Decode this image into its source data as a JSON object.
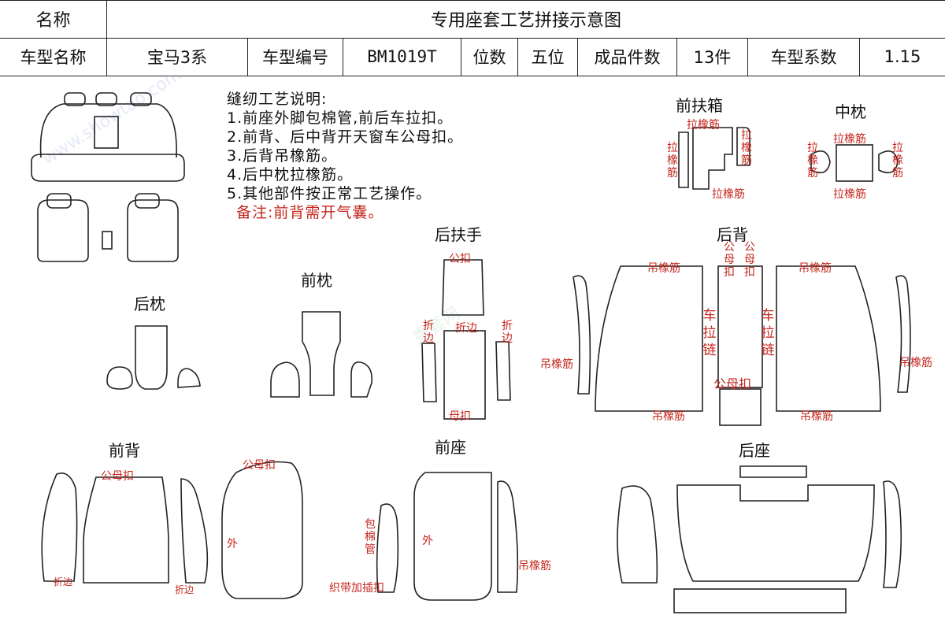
{
  "header": {
    "name_label": "名称",
    "title": "专用座套工艺拼接示意图",
    "model_name_label": "车型名称",
    "model_name": "宝马3系",
    "model_code_label": "车型编号",
    "model_code": "BM1019T",
    "seats_label": "位数",
    "seats": "五位",
    "pieces_label": "成品件数",
    "pieces": "13件",
    "coef_label": "车型系数",
    "coef": "1.15"
  },
  "notes": {
    "heading": "缝纫工艺说明:",
    "items": [
      "1.前座外脚包棉管,前后车拉扣。",
      "2.前背、后中背开天窗车公母扣。",
      "3.后背吊橡筋。",
      "4.后中枕拉橡筋。",
      "5.其他部件按正常工艺操作。"
    ],
    "remark": "备注:前背需开气囊。"
  },
  "sections": {
    "front_armrest": "前扶箱",
    "middle_pillow": "中枕",
    "rear_armrest": "后扶手",
    "rear_back": "后背",
    "front_pillow": "前枕",
    "rear_pillow": "后枕",
    "front_back": "前背",
    "front_seat": "前座",
    "rear_seat": "后座"
  },
  "annotations": {
    "pull_elastic": "拉橡筋",
    "hang_elastic": "吊橡筋",
    "male_female_snap": "公母扣",
    "female_snap": "母扣",
    "male_snap": "公扣",
    "fold_edge": "折边",
    "sew_zipper": "车拉链",
    "outer": "外",
    "wrap_tube": "包棉管",
    "webbing_clip": "织带加插扣"
  },
  "watermark": {
    "site": "www.showtao.com",
    "brand": "秀套网"
  }
}
